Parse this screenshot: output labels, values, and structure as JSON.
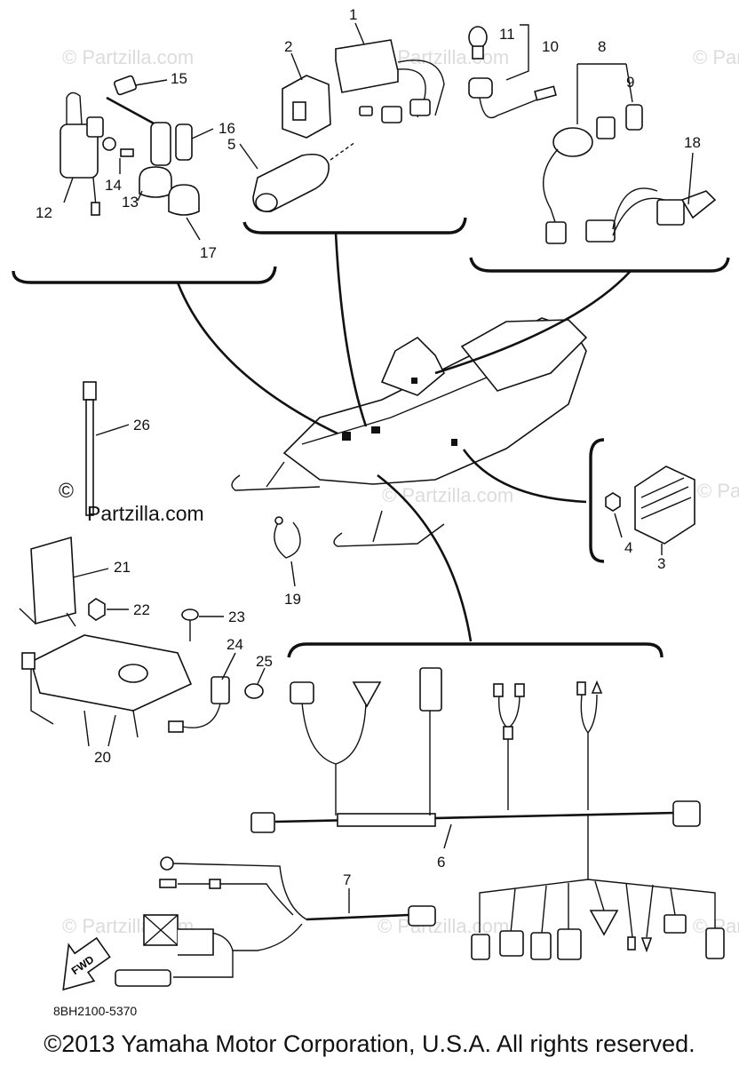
{
  "watermark": {
    "text": "© Partzilla.com",
    "dark_text": "Partzilla.com",
    "dark_symbol": "©"
  },
  "callouts": [
    "1",
    "2",
    "3",
    "4",
    "5",
    "6",
    "7",
    "8",
    "9",
    "10",
    "11",
    "12",
    "13",
    "14",
    "15",
    "16",
    "17",
    "18",
    "19",
    "20",
    "21",
    "22",
    "23",
    "24",
    "25",
    "26"
  ],
  "fwd_label": "FWD",
  "reference_code": "8BH2100-5370",
  "copyright": "©2013 Yamaha Motor Corporation, U.S.A. All rights reserved."
}
